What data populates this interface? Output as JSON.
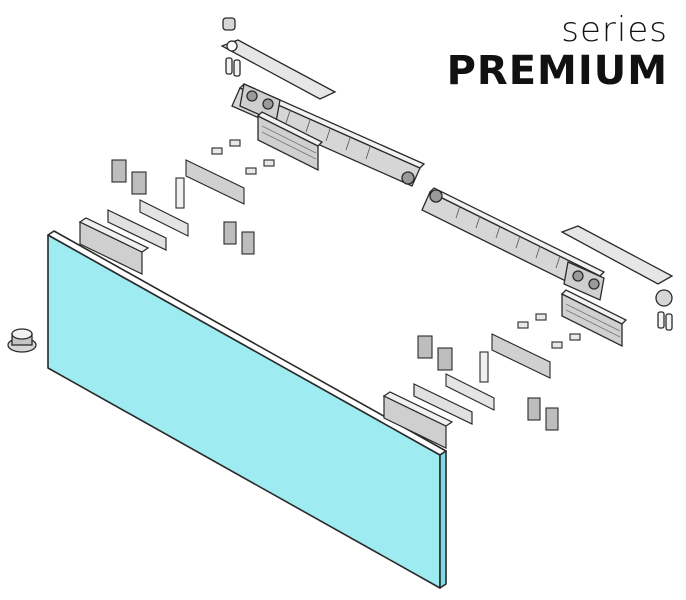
{
  "brand": {
    "series_label": "series",
    "product_label": "PREMIUM"
  },
  "colors": {
    "glass_face": "#9EEBF2",
    "glass_edge": "#7FDCE6",
    "metal_light": "#F2F2F2",
    "metal_mid": "#D6D6D6",
    "metal_dark": "#9A9A9A",
    "outline": "#2A2A2A"
  },
  "components": [
    "glass-panel",
    "track-rail-upper",
    "track-rail-lower",
    "damper-arm-upper",
    "damper-arm-lower",
    "roller-carriage-left",
    "roller-carriage-right",
    "floor-guide",
    "clamp-plate-left",
    "clamp-plate-right",
    "wall-bracket-left",
    "wall-bracket-right"
  ]
}
